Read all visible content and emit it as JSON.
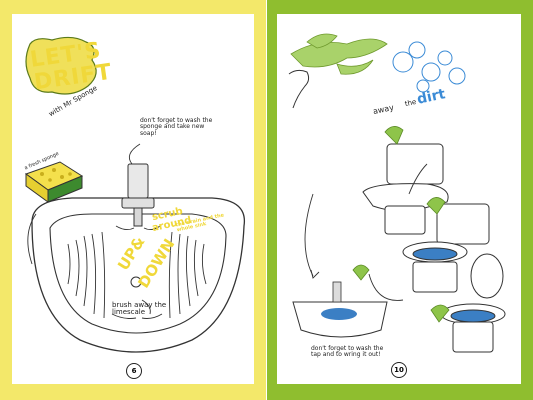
{
  "left_page": {
    "title_line1": "LET'S",
    "title_line2": "DRIFT",
    "subtitle": "with Mr Sponge",
    "note_sponge": "don't forget to wash the sponge and take new soap!",
    "scrub_heading": "scrub",
    "scrub_line2": "around",
    "scrub_small": "the drain and the whole sink",
    "up_down_line1": "UP&",
    "up_down_line2": "DOWN",
    "limescale_note": "brush away the limescale",
    "sponge_label": "a fresh sponge",
    "page_number": "6"
  },
  "right_page": {
    "away_word": "away",
    "the_word": "the",
    "dirt_word": "dirt",
    "tap_note": "don't forget to wash the tap and to wring it out!",
    "page_number": "10"
  },
  "colors": {
    "left_border": "#f3e86a",
    "right_border": "#8fbe2f",
    "accent_yellow": "#f0d83a",
    "toilet_water": "#3b7fc4",
    "glove_green": "#8ec44a"
  }
}
